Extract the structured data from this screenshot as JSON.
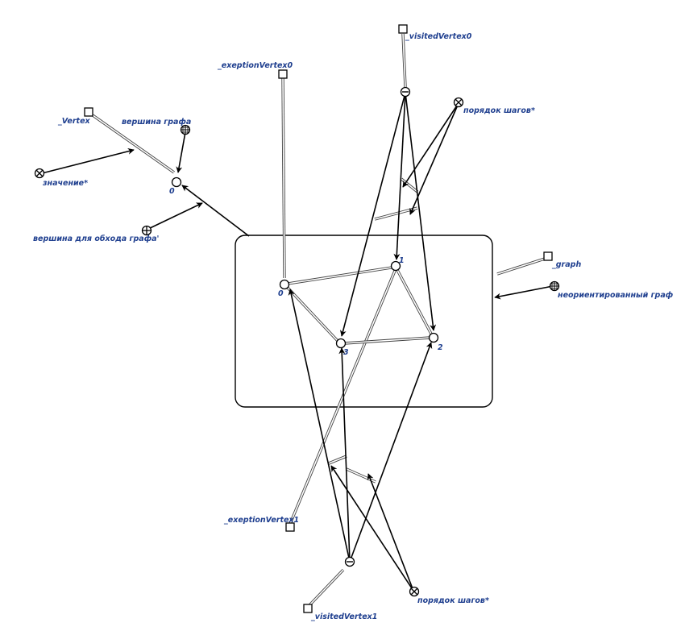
{
  "labels": {
    "vertex": "_Vertex",
    "vertex_role": "вершина графа",
    "value_role": "значение*",
    "traversal_vertex": "вершина для обхода графа'",
    "exception_vertex0": "_exeptionVertex0",
    "visited_vertex0": "_visitedVertex0",
    "step_order_top": "порядок шагов*",
    "graph": "_graph",
    "undirected_graph": "неориентированный граф",
    "exception_vertex1": "_exeptionVertex1",
    "visited_vertex1": "_visitedVertex1",
    "step_order_bottom": "порядок шагов*"
  },
  "node_numbers": {
    "outer_zero": "0",
    "graph_v0": "0",
    "graph_v1": "1",
    "graph_v2": "2",
    "graph_v3": "3"
  },
  "colors": {
    "label_text": "#1f3f8f",
    "line": "#000000",
    "background": "#ffffff"
  }
}
